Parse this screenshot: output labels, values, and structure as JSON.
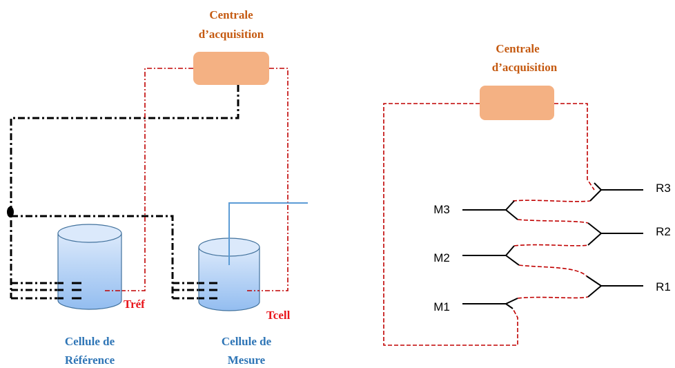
{
  "left": {
    "acq_label_line1": "Centrale",
    "acq_label_line2": "d’acquisition",
    "tref_label": "Tréf",
    "tcell_label": "Tcell",
    "ref_cell_line1": "Cellule de",
    "ref_cell_line2": "Référence",
    "meas_cell_line1": "Cellule de",
    "meas_cell_line2": "Mesure"
  },
  "right": {
    "acq_label_line1": "Centrale",
    "acq_label_line2": "d’acquisition",
    "m_labels": [
      "M3",
      "M2",
      "M1"
    ],
    "r_labels": [
      "R3",
      "R2",
      "R1"
    ]
  },
  "colors": {
    "acq_box": "#f4b183",
    "label_orange": "#c55a11",
    "label_blue": "#2e75b6",
    "label_red": "#e8151b",
    "wire_red": "#c00000",
    "wire_black": "#000000",
    "pipe_blue": "#5b9bd5",
    "cyl_fill_top": "#dae8fa",
    "cyl_fill_bottom": "#9fc4f0",
    "cyl_stroke": "#41719c"
  }
}
